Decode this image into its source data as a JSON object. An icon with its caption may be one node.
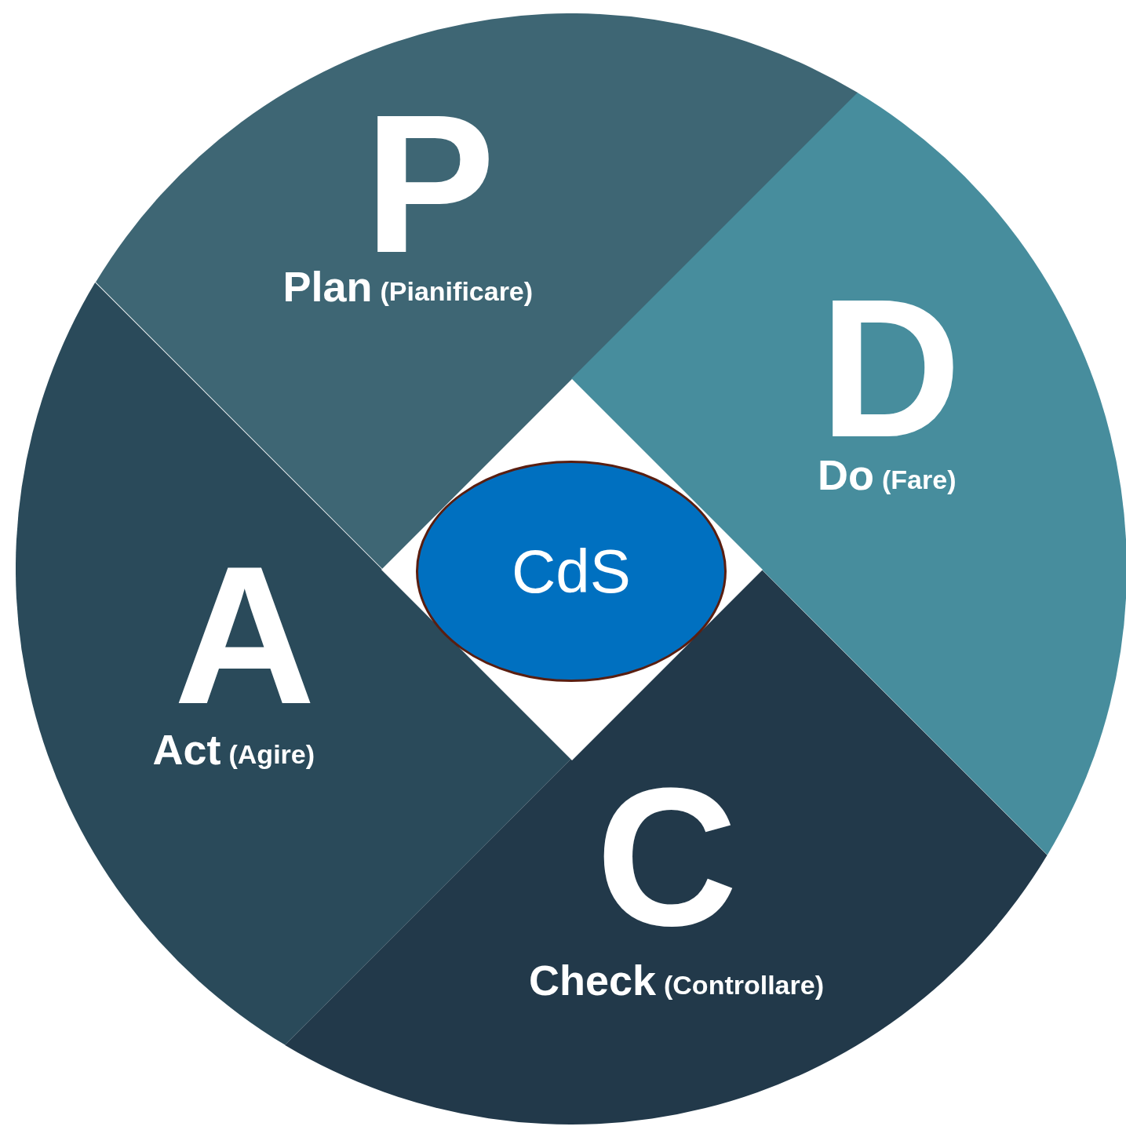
{
  "diagram": {
    "nodes": [
      {
        "text": [
          "P",
          "Plan",
          "(Pianificare)"
        ]
      },
      {
        "text": [
          "D",
          "Do",
          "(Fare)"
        ]
      },
      {
        "text": [
          "C",
          "Check",
          "(Controllare)"
        ]
      },
      {
        "text": [
          "A",
          "Act",
          "(Agire)"
        ]
      },
      {
        "text": [],
        "shape": "diamond"
      },
      {
        "text": [
          "CdS"
        ],
        "in": 4
      }
    ]
  }
}
